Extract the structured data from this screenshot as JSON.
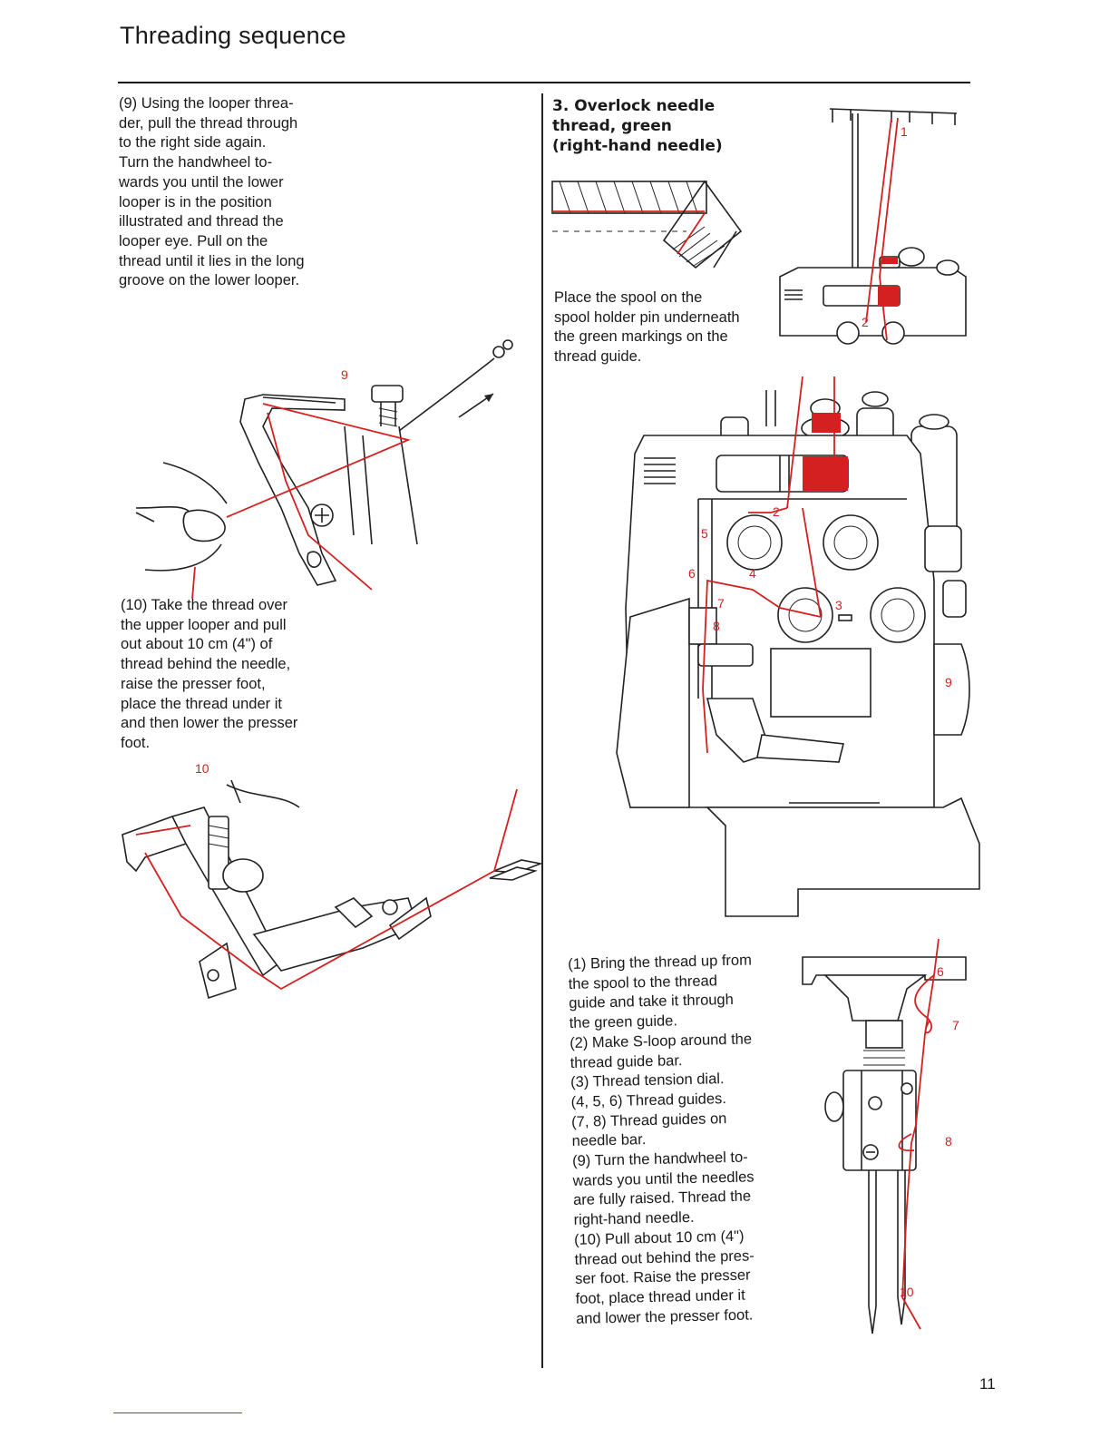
{
  "page": {
    "title": "Threading sequence",
    "page_number": "11"
  },
  "left": {
    "step9_text": "(9) Using the looper threa-\nder, pull the thread through\nto the right side again.\nTurn the handwheel to-\nwards you until the lower\nlooper is in the position\nillustrated and thread the\nlooper eye. Pull on the\nthread until it lies in the long\ngroove on the lower looper.",
    "step10_text": "(10) Take the thread over\nthe upper looper and pull\nout about 10 cm (4\") of\nthread behind the needle,\nraise the presser foot,\nplace the thread under it\nand then lower the presser\nfoot.",
    "fig_labels": {
      "nine": "9",
      "ten": "10"
    }
  },
  "right": {
    "heading": "3. Overlock needle\nthread, green\n(right-hand needle)",
    "spool_text": "Place the spool on the\nspool holder pin underneath\nthe green markings on the\nthread guide.",
    "steps_text": "(1) Bring the thread up from\nthe spool to the thread\nguide and take it through\nthe green guide.\n(2) Make S-loop around the\nthread guide bar.\n(3) Thread tension dial.\n(4, 5, 6) Thread guides.\n(7, 8) Thread guides on\nneedle bar.\n(9) Turn the handwheel to-\nwards you until the needles\nare fully raised. Thread the\nright-hand needle.\n(10) Pull about 10 cm (4\")\nthread out behind the pres-\nser foot. Raise the presser\nfoot, place thread under it\nand lower the presser foot.",
    "top_fig_labels": {
      "one": "1",
      "two": "2"
    },
    "machine_labels": {
      "two": "2",
      "three": "3",
      "four": "4",
      "five": "5",
      "six": "6",
      "seven": "7",
      "eight": "8",
      "nine": "9"
    },
    "needle_labels": {
      "six": "6",
      "seven": "7",
      "eight": "8",
      "ten": "10"
    }
  },
  "colors": {
    "thread": "#d42020",
    "ink": "#1a1a1a"
  }
}
